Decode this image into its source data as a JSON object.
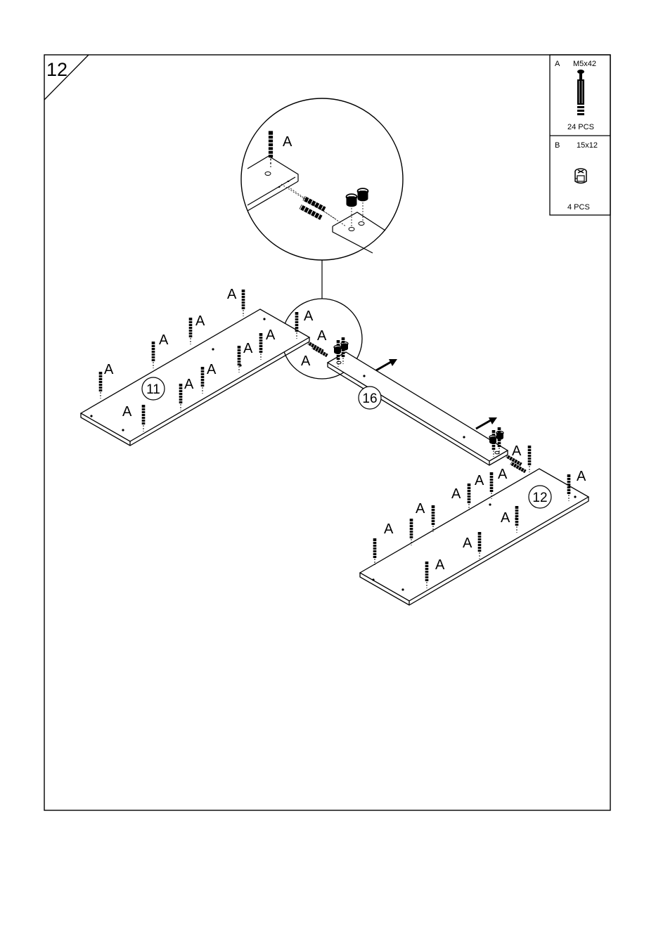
{
  "step": {
    "number": "12"
  },
  "hardware": [
    {
      "code": "A",
      "size": "M5x42",
      "quantity": "24  PCS",
      "icon": "cam-bolt-icon"
    },
    {
      "code": "B",
      "size": "15x12",
      "quantity": "4 PCS",
      "icon": "cam-lock-nut-icon"
    }
  ],
  "parts": [
    {
      "number": "11"
    },
    {
      "number": "16"
    },
    {
      "number": "12"
    }
  ],
  "callouts": {
    "label": "A",
    "bolt_count": 24
  },
  "colors": {
    "line": "#000000",
    "background": "#ffffff"
  }
}
